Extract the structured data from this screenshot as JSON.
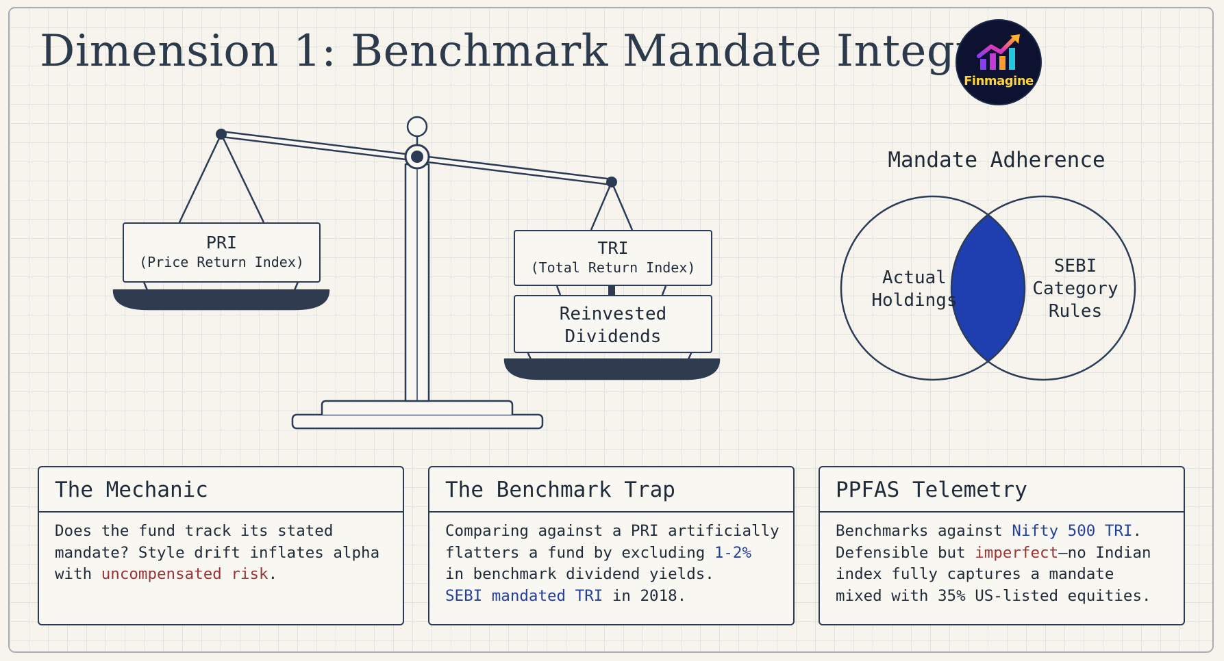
{
  "title": "Dimension 1: Benchmark Mandate Integrity",
  "logo": {
    "text": "Finmagine",
    "icon": "rising-bar-chart-icon"
  },
  "scale": {
    "left_label_main": "PRI",
    "left_label_sub": "(Price Return Index)",
    "right_label_main": "TRI",
    "right_label_sub": "(Total Return Index)",
    "right_extra_line1": "Reinvested",
    "right_extra_line2": "Dividends"
  },
  "venn": {
    "title": "Mandate Adherence",
    "left": "Actual\nHoldings",
    "right": "SEBI\nCategory\nRules",
    "overlap_color": "#1f3fb0"
  },
  "cards": [
    {
      "title": "The Mechanic",
      "lines": [
        [
          {
            "t": "Does the fund track its stated"
          }
        ],
        [
          {
            "t": "mandate? Style drift inflates alpha"
          }
        ],
        [
          {
            "t": "with "
          },
          {
            "t": "uncompensated risk",
            "c": "red"
          },
          {
            "t": "."
          }
        ]
      ]
    },
    {
      "title": "The Benchmark Trap",
      "lines": [
        [
          {
            "t": "Comparing against a PRI artificially"
          }
        ],
        [
          {
            "t": "flatters a fund by excluding "
          },
          {
            "t": "1-2%",
            "c": "blue"
          }
        ],
        [
          {
            "t": "in benchmark dividend yields."
          }
        ],
        [
          {
            "t": "SEBI mandated TRI",
            "c": "blue"
          },
          {
            "t": " in 2018."
          }
        ]
      ]
    },
    {
      "title": "PPFAS Telemetry",
      "lines": [
        [
          {
            "t": "Benchmarks against "
          },
          {
            "t": "Nifty 500 TRI",
            "c": "blue"
          },
          {
            "t": "."
          }
        ],
        [
          {
            "t": "Defensible but "
          },
          {
            "t": "imperfect",
            "c": "red"
          },
          {
            "t": "—no Indian"
          }
        ],
        [
          {
            "t": "index fully captures a mandate"
          }
        ],
        [
          {
            "t": "mixed with 35% US-listed equities."
          }
        ]
      ]
    }
  ],
  "colors": {
    "accent_red": "#9b3434",
    "accent_blue": "#23409a",
    "ink": "#2c3b55"
  }
}
